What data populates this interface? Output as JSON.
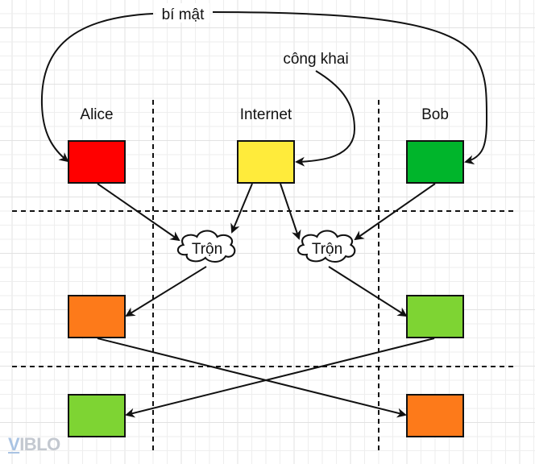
{
  "diagram": {
    "title_columns": {
      "alice": "Alice",
      "internet": "Internet",
      "bob": "Bob"
    },
    "labels": {
      "secret": "bí mật",
      "public": "công khai",
      "mix_left": "Trộn",
      "mix_right": "Trộn"
    },
    "colors": {
      "alice_secret": "#ff0000",
      "public_common": "#ffeb3b",
      "bob_secret": "#00b52b",
      "alice_mixed": "#fd7a1a",
      "bob_mixed": "#7ed433",
      "alice_received": "#7ed433",
      "bob_received": "#fd7a1a",
      "stroke": "#111111",
      "grid_minor": "#eeeeee",
      "grid_major": "#e2e2e2"
    },
    "watermark": {
      "first": "V",
      "rest": "IBLO"
    }
  }
}
